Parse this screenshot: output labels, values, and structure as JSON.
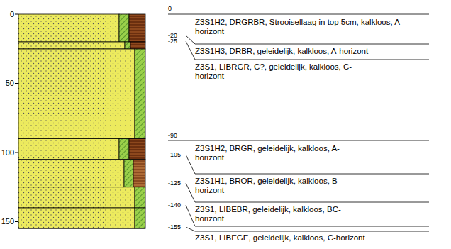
{
  "diagram": {
    "labels": [
      "0",
      "50",
      "100",
      "150",
      "0",
      "Z3S1H2, DRGRBR, Strooisellaag in top 5cm, kalkloos, A-horizont",
      "-20",
      "-25",
      "Z3S1H3, DRBR, geleidelijk, kalkloos, A-horizont",
      "Z3S1, LIBRGR, C?, geleidelijk, kalkloos, C-horizont",
      "-90",
      "-105",
      "Z3S1H2, BRGR, geleidelijk, kalkloos, A-horizont",
      "-125",
      "Z3S1H1, BROR, geleidelijk, kalkloos, B-horizont",
      "-140",
      "Z3S1, LIBEBR, geleidelijk, kalkloos, BC-horizont",
      "-155",
      "Z3S1, LIBEGE, geleidelijk, kalkloos, C-horizont"
    ]
  }
}
